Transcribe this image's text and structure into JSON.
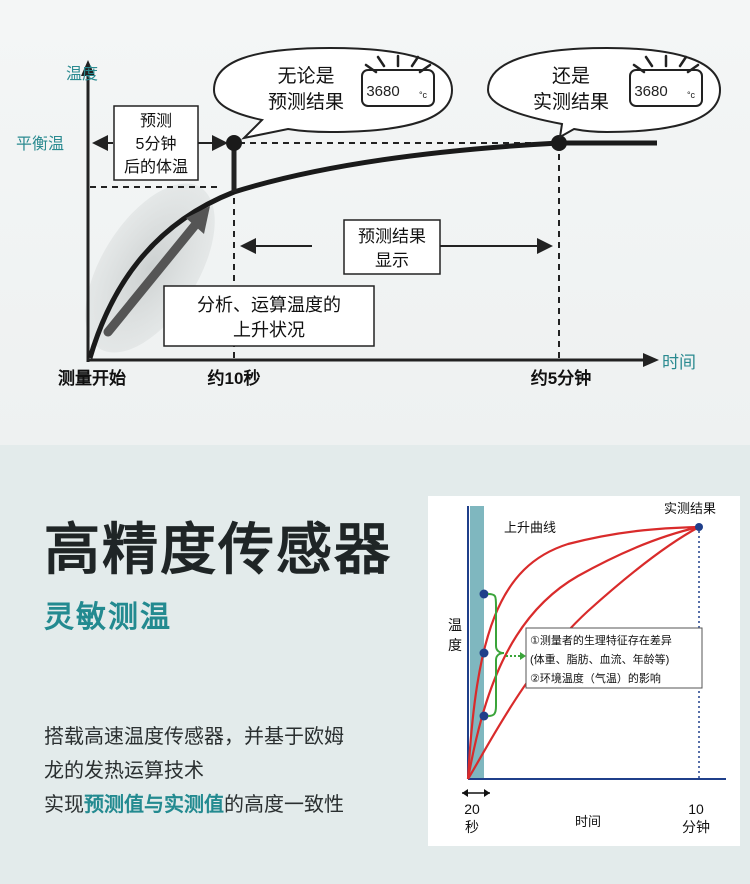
{
  "top_chart": {
    "y_axis_label": "温度",
    "x_axis_label": "时间",
    "equilibrium_label": "平衡温",
    "predict_box_lines": [
      "预测",
      "5分钟",
      "后的体温"
    ],
    "bubble_left_lines": [
      "无论是",
      "预测结果"
    ],
    "bubble_right_lines": [
      "还是",
      "实测结果"
    ],
    "display_box_lines": [
      "预测结果",
      "显示"
    ],
    "analysis_box_lines": [
      "分析、运算温度的",
      "上升状况"
    ],
    "thermometer_reading": "3680",
    "thermometer_unit": "°c",
    "x_ticks": [
      "测量开始",
      "约10秒",
      "约5分钟"
    ]
  },
  "heading": {
    "title": "高精度传感器",
    "subtitle": "灵敏测温"
  },
  "description": {
    "line1": "搭载高速温度传感器，并基于欧姆",
    "line2": "龙的发热运算技术",
    "line3_prefix": "实现",
    "line3_highlight1": "预测值",
    "line3_and": "与",
    "line3_highlight2": "实测值",
    "line3_suffix": "的高度一致性"
  },
  "right_chart": {
    "y_axis_label": "温度",
    "x_axis_label": "时间",
    "curve_label": "上升曲线",
    "end_point_label": "实测结果",
    "note_lines": [
      "①测量者的生理特征存在差异",
      "(体重、脂肪、血流、年龄等)",
      "②环境温度（气温）的影响"
    ],
    "x_tick_start": [
      "20",
      "秒"
    ],
    "x_tick_end": [
      "10",
      "分钟"
    ],
    "colors": {
      "curve": "#d92b2b",
      "band": "#7fb7bf",
      "point": "#1f3f8a"
    }
  }
}
